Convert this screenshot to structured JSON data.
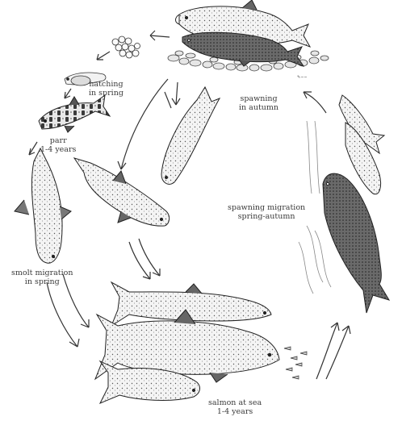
{
  "stages": {
    "hatching": {
      "line1": "hatching",
      "line2": "in spring"
    },
    "spawning": {
      "line1": "spawning",
      "line2": "in autumn"
    },
    "parr": {
      "line1": "parr",
      "line2": "1-4 years"
    },
    "spawning_migration": {
      "line1": "spawning migration",
      "line2": "spring-autumn"
    },
    "smolt_migration": {
      "line1": "smolt migration",
      "line2": "in spring"
    },
    "salmon_at_sea": {
      "line1": "salmon at sea",
      "line2": "1-4 years"
    }
  },
  "colors": {
    "ink": "#3a3a3a",
    "background": "#ffffff"
  }
}
